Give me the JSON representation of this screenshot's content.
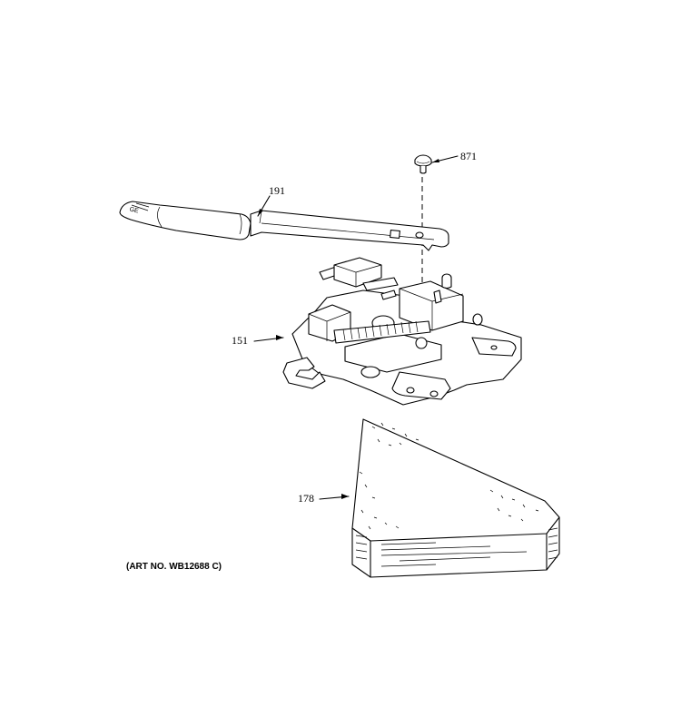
{
  "diagram": {
    "callouts": [
      {
        "id": "871",
        "label": "871"
      },
      {
        "id": "191",
        "label": "191"
      },
      {
        "id": "151",
        "label": "151"
      },
      {
        "id": "178",
        "label": "178"
      }
    ],
    "art_number": "(ART NO. WB12688 C)"
  }
}
